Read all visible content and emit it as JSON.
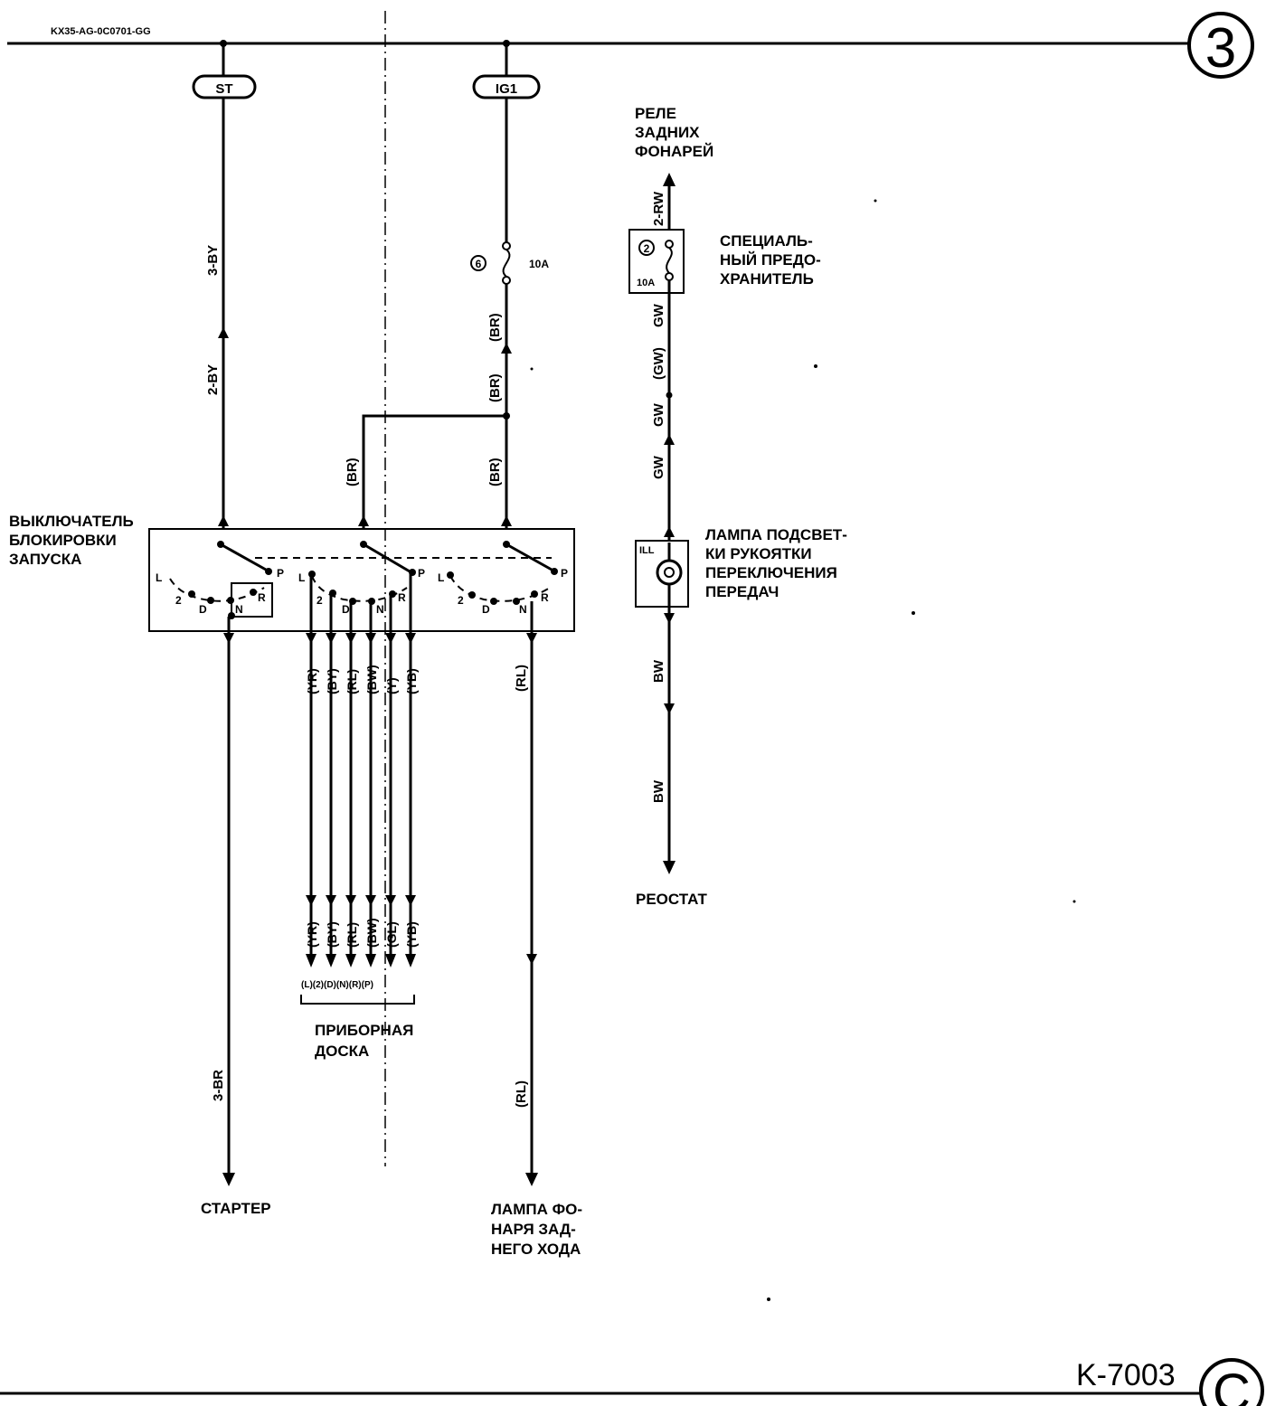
{
  "header": {
    "doc_code": "KX35-AG-0C0701-GG",
    "sheet_number": "3",
    "page_code": "K-7003",
    "page_letter": "C"
  },
  "terminals": {
    "st": "ST",
    "ig1": "IG1"
  },
  "fuses": {
    "main_number": "6",
    "main_rating": "10A",
    "special_number": "2",
    "special_rating": "10A"
  },
  "wires": {
    "st_upper": "3-BY",
    "st_lower": "2-BY",
    "ig_upper": "(BR)",
    "ig_mid": "(BR)",
    "ig_lower": "(BR)",
    "branch": "(BR)",
    "starter_out": "3-BR",
    "reverse_out_top": "(RL)",
    "reverse_out_bottom": "(RL)",
    "relay_feed": "2-RW",
    "gw1": "GW",
    "gw2": "(GW)",
    "gw3": "GW",
    "gw4": "GW",
    "bw1": "BW",
    "bw2": "BW"
  },
  "bundle_top": [
    "(YR)",
    "(BY)",
    "(RL)",
    "(BW)",
    "(Y)",
    "(YB)"
  ],
  "bundle_bottom": [
    "(YR)",
    "(BY)",
    "(RL)",
    "(BW)",
    "(GL)",
    "(YB)"
  ],
  "bundle_connector": "(L)(2)(D)(N)(R)(P)",
  "switch_positions": {
    "p": "P",
    "r": "R",
    "n": "N",
    "d": "D",
    "two": "2",
    "l": "L"
  },
  "lamp_code": "ILL",
  "labels": {
    "inhibitor_switch": [
      "ВЫКЛЮЧАТЕЛЬ",
      "БЛОКИРОВКИ",
      "ЗАПУСКА"
    ],
    "tail_relay": [
      "РЕЛЕ",
      "ЗАДНИХ",
      "ФОНАРЕЙ"
    ],
    "special_fuse": [
      "СПЕЦИАЛЬ-",
      "НЫЙ ПРЕДО-",
      "ХРАНИТЕЛЬ"
    ],
    "illum_lamp": [
      "ЛАМПА ПОДСВЕТ-",
      "КИ РУКОЯТКИ",
      "ПЕРЕКЛЮЧЕНИЯ",
      "ПЕРЕДАЧ"
    ],
    "rheostat": "РЕОСТАТ",
    "instrument_panel": [
      "ПРИБОРНАЯ",
      "ДОСКА"
    ],
    "starter": "СТАРТЕР",
    "reverse_lamp": [
      "ЛАМПА ФО-",
      "НАРЯ ЗАД-",
      "НЕГО ХОДА"
    ]
  }
}
